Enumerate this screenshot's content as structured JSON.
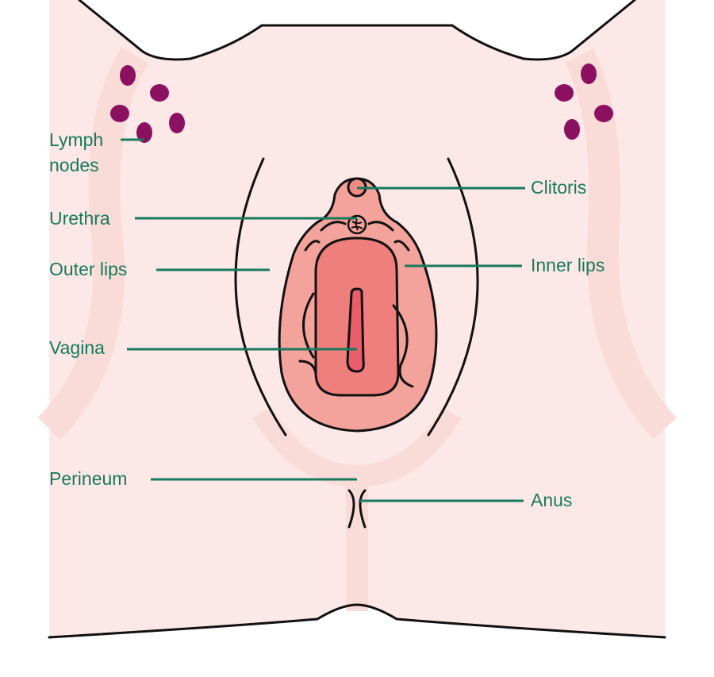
{
  "labels": {
    "lymph_nodes_1": "Lymph",
    "lymph_nodes_2": "nodes",
    "urethra": "Urethra",
    "outer_lips": "Outer lips",
    "vagina": "Vagina",
    "perineum": "Perineum",
    "clitoris": "Clitoris",
    "inner_lips": "Inner lips",
    "anus": "Anus"
  },
  "colors": {
    "skin": "#fce9e7",
    "skin_shade": "#f9dcd8",
    "outer_vulva": "#f3a39b",
    "inner": "#ef7f7d",
    "vagina": "#e85d69",
    "lymph": "#8c1060",
    "label": "#17795e"
  }
}
